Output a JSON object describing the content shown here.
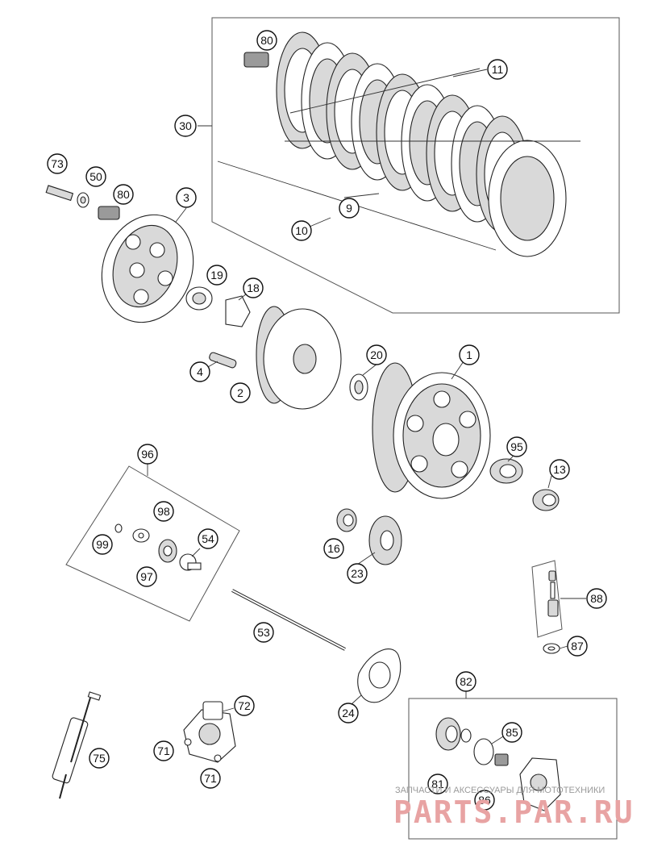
{
  "callouts": {
    "c80a": "80",
    "c11": "11",
    "c30": "30",
    "c73": "73",
    "c50": "50",
    "c80b": "80",
    "c3": "3",
    "c9": "9",
    "c10": "10",
    "c19": "19",
    "c18": "18",
    "c4": "4",
    "c2": "2",
    "c20": "20",
    "c1": "1",
    "c95": "95",
    "c13": "13",
    "c96": "96",
    "c98": "98",
    "c99": "99",
    "c54": "54",
    "c97": "97",
    "c16": "16",
    "c23": "23",
    "c88": "88",
    "c87": "87",
    "c53": "53",
    "c24": "24",
    "c82": "82",
    "c72": "72",
    "c71a": "71",
    "c71b": "71",
    "c75": "75",
    "c85": "85",
    "c81": "81",
    "c86": "86"
  },
  "watermark": {
    "tagline": "ЗАПЧАСТИ И АКСЕССУАРЫ ДЛЯ МОТОТЕХНИКИ",
    "brand": "PARTS.PAR.RU"
  }
}
